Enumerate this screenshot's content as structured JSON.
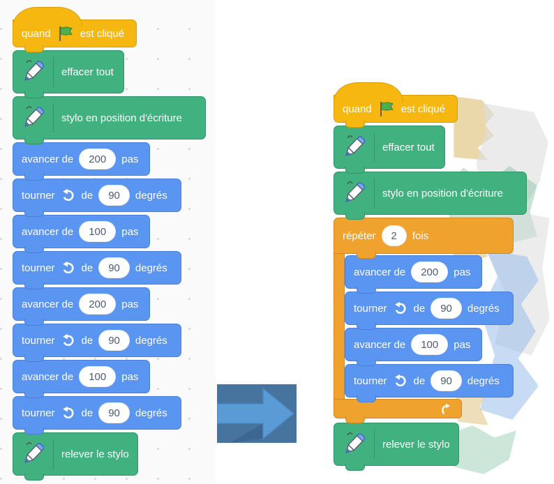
{
  "palette": {
    "events_yellow": "#F6B711",
    "pen_green": "#41B17F",
    "motion_blue": "#5A95F2",
    "control_orange": "#F0A22F",
    "arrow_fill": "#5B9BD5",
    "arrow_panel": "#46749E"
  },
  "icons": {
    "flag": "green-flag",
    "pen": "pen",
    "turn": "turn-counterclockwise",
    "loop": "loop-arrow"
  },
  "left": [
    {
      "type": "hat",
      "t1": "quand",
      "t2": "est cliqué"
    },
    {
      "type": "pen",
      "label": "effacer tout"
    },
    {
      "type": "pen",
      "label": "stylo en position d'écriture"
    },
    {
      "type": "move",
      "t1": "avancer de",
      "v": "200",
      "t2": "pas"
    },
    {
      "type": "turn",
      "t1": "tourner",
      "t2": "de",
      "v": "90",
      "t3": "degrés"
    },
    {
      "type": "move",
      "t1": "avancer de",
      "v": "100",
      "t2": "pas"
    },
    {
      "type": "turn",
      "t1": "tourner",
      "t2": "de",
      "v": "90",
      "t3": "degrés"
    },
    {
      "type": "move",
      "t1": "avancer de",
      "v": "200",
      "t2": "pas"
    },
    {
      "type": "turn",
      "t1": "tourner",
      "t2": "de",
      "v": "90",
      "t3": "degrés"
    },
    {
      "type": "move",
      "t1": "avancer de",
      "v": "100",
      "t2": "pas"
    },
    {
      "type": "turn",
      "t1": "tourner",
      "t2": "de",
      "v": "90",
      "t3": "degrés"
    },
    {
      "type": "pen",
      "label": "relever le stylo"
    }
  ],
  "right": [
    {
      "type": "hat",
      "t1": "quand",
      "t2": "est cliqué"
    },
    {
      "type": "pen",
      "label": "effacer tout"
    },
    {
      "type": "pen",
      "label": "stylo en position d'écriture"
    },
    {
      "type": "repeat",
      "t1": "répéter",
      "v": "2",
      "t2": "fois",
      "children": [
        {
          "type": "move",
          "t1": "avancer de",
          "v": "200",
          "t2": "pas"
        },
        {
          "type": "turn",
          "t1": "tourner",
          "t2": "de",
          "v": "90",
          "t3": "degrés"
        },
        {
          "type": "move",
          "t1": "avancer de",
          "v": "100",
          "t2": "pas"
        },
        {
          "type": "turn",
          "t1": "tourner",
          "t2": "de",
          "v": "90",
          "t3": "degrés"
        }
      ]
    },
    {
      "type": "pen",
      "label": "relever le stylo"
    }
  ]
}
